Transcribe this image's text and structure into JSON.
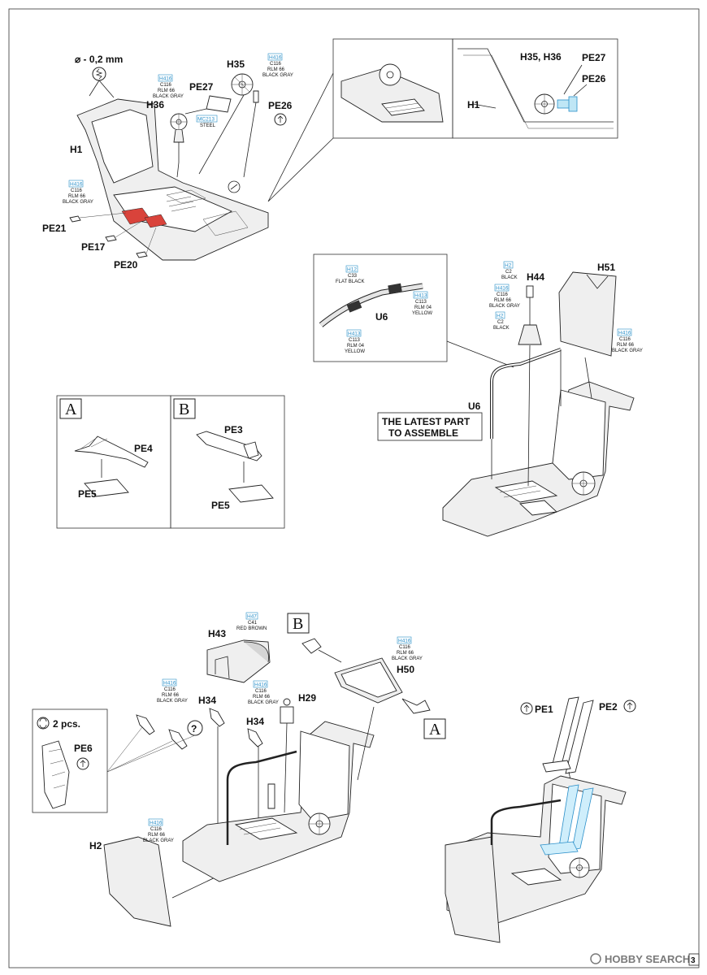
{
  "step1": {
    "drill": "⌀ - 0,2 mm",
    "h1": "H1",
    "h35": "H35",
    "h36": "H36",
    "pe27": "PE27",
    "pe26": "PE26",
    "pe21": "PE21",
    "pe17": "PE17",
    "pe20": "PE20",
    "colors": {
      "h1": [
        "H416",
        "C116",
        "RLM 66",
        "BLACK GRAY"
      ],
      "h35": [
        "H416",
        "C116",
        "RLM 66",
        "BLACK GRAY"
      ],
      "h36": [
        "H416",
        "C116",
        "RLM 66",
        "BLACK GRAY"
      ],
      "pe27": [
        "MC213",
        "STEEL"
      ]
    },
    "detail": {
      "h35h36": "H35, H36",
      "pe27": "PE27",
      "pe26": "PE26",
      "h1": "H1"
    }
  },
  "step2": {
    "u6_detail": "U6",
    "u6": "U6",
    "note_line1": "THE LATEST PART",
    "note_line2": "TO ASSEMBLE",
    "h44": "H44",
    "h51": "H51",
    "colors": {
      "u6_top": [
        "H12",
        "C33",
        "FLAT BLACK"
      ],
      "u6_right": [
        "H413",
        "C113",
        "RLM 04",
        "YELLOW"
      ],
      "u6_left": [
        "H413",
        "C113",
        "RLM 04",
        "YELLOW"
      ],
      "h44_top": [
        "H2",
        "C2",
        "BLACK"
      ],
      "h44_mid": [
        "H416",
        "C116",
        "RLM 66",
        "BLACK GRAY"
      ],
      "h44_bot": [
        "H2",
        "C2",
        "BLACK"
      ],
      "h51": [
        "H416",
        "C116",
        "RLM 66",
        "BLACK GRAY"
      ]
    }
  },
  "subassembly_a": {
    "letter": "A",
    "pe4": "PE4",
    "pe5": "PE5"
  },
  "subassembly_b": {
    "letter": "B",
    "pe3": "PE3",
    "pe5": "PE5"
  },
  "step3": {
    "h43": "H43",
    "h50": "H50",
    "h34a": "H34",
    "h34b": "H34",
    "h29": "H29",
    "h2": "H2",
    "pe6": "PE6",
    "pcs": "2 pcs.",
    "question": "?",
    "ref_b": "B",
    "ref_a": "A",
    "colors": {
      "h43_top": [
        "H47",
        "C41",
        "RED BROWN"
      ],
      "h43_bot": [
        "H416",
        "C116",
        "RLM 66",
        "BLACK GRAY"
      ],
      "h50": [
        "H416",
        "C116",
        "RLM 66",
        "BLACK GRAY"
      ],
      "h34": [
        "H416",
        "C116",
        "RLM 66",
        "BLACK GRAY"
      ],
      "h2": [
        "H416",
        "C116",
        "RLM 66",
        "BLACK GRAY"
      ]
    }
  },
  "step4": {
    "pe1": "PE1",
    "pe2": "PE2"
  },
  "footer": {
    "watermark": "HOBBY SEARCH",
    "page": "3"
  }
}
